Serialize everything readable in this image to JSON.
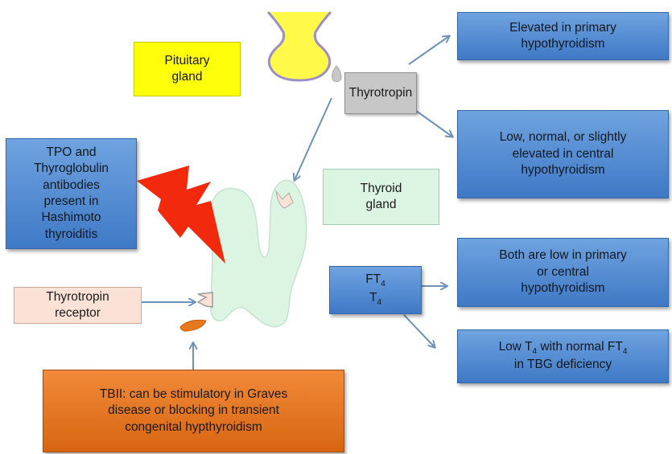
{
  "labels": {
    "pituitary": "Pituitary\ngland",
    "thyrotropin": "Thyrotropin",
    "thyroid": "Thyroid\ngland",
    "tpo": "TPO and Thyroglobulin\nantibodies\npresent in\nHashimoto\nthyroiditis",
    "tsh_receptor": "Thyrotropin\nreceptor",
    "ft4": "FT",
    "ft4_sub": "4",
    "t4": "T",
    "t4_sub": "4",
    "tbii": "TBII: can be stimulatory in Graves\ndisease or blocking in transient\ncongenital hypthyroidism",
    "elevated_primary": "Elevated in primary\nhypothyroidism",
    "low_central": "Low, normal, or slightly\nelevated in central\nhypothyroidism",
    "both_low": "Both are low in primary\nor central\nhypothyroidism",
    "tbg_a": "Low T",
    "tbg_sub1": "4",
    "tbg_b": " with normal FT",
    "tbg_sub2": "4",
    "tbg_c": "\nin TBG deficiency"
  },
  "colors": {
    "pituitary": "#ffff0a",
    "thyroid": "#dcf5e3",
    "arrow": "#6f93b8",
    "bolt": "#f2290c",
    "tbii": "#e8781f"
  }
}
